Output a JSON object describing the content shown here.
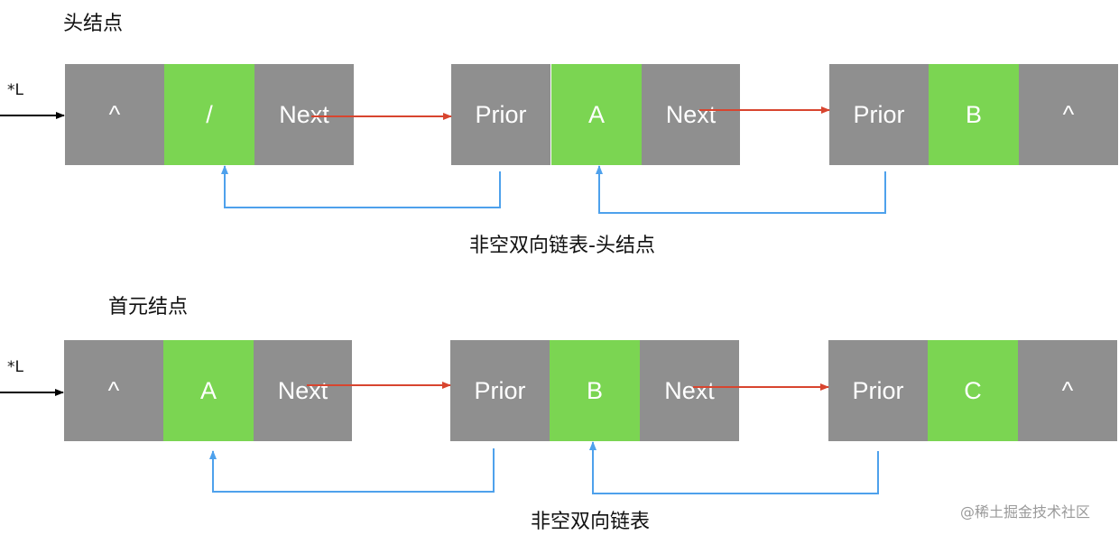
{
  "colors": {
    "pointer_cell": "#8f8f8f",
    "data_cell": "#7bd552",
    "next_arrow": "#d8452f",
    "prior_arrow": "#4ea1ec",
    "entry_arrow": "#000000"
  },
  "diagram1": {
    "title": "头结点",
    "pointer_label": "*L",
    "caption": "非空双向链表-头结点",
    "nodes": [
      {
        "prior": "^",
        "data": "/",
        "next": "Next"
      },
      {
        "prior": "Prior",
        "data": "A",
        "next": "Next"
      },
      {
        "prior": "Prior",
        "data": "B",
        "next": "^"
      }
    ]
  },
  "diagram2": {
    "title": "首元结点",
    "pointer_label": "*L",
    "caption": "非空双向链表",
    "nodes": [
      {
        "prior": "^",
        "data": "A",
        "next": "Next"
      },
      {
        "prior": "Prior",
        "data": "B",
        "next": "Next"
      },
      {
        "prior": "Prior",
        "data": "C",
        "next": "^"
      }
    ]
  },
  "watermark": "@稀土掘金技术社区"
}
